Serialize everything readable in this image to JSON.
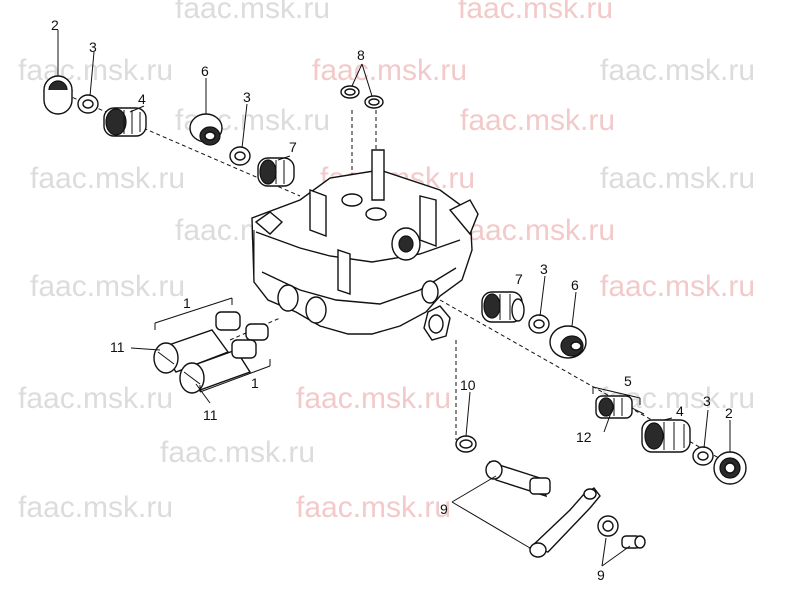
{
  "watermark_text": "faac.msk.ru",
  "watermarks": [
    {
      "id": "wm-1",
      "text": "faac.msk.ru",
      "tone": "grey"
    },
    {
      "id": "wm-2",
      "text": "faac.msk.ru",
      "tone": "pink"
    },
    {
      "id": "wm-3",
      "text": "faac.msk.ru",
      "tone": "grey"
    },
    {
      "id": "wm-4",
      "text": "faac.msk.ru",
      "tone": "pink"
    },
    {
      "id": "wm-5",
      "text": "faac.msk.ru",
      "tone": "grey"
    },
    {
      "id": "wm-6",
      "text": "faac.msk.ru",
      "tone": "pink"
    },
    {
      "id": "wm-7",
      "text": "faac.msk.ru",
      "tone": "grey"
    },
    {
      "id": "wm-8",
      "text": "faac.msk.ru",
      "tone": "grey"
    },
    {
      "id": "wm-9",
      "text": "faac.msk.ru",
      "tone": "pink"
    },
    {
      "id": "wm-10",
      "text": "faac.msk.ru",
      "tone": "grey"
    },
    {
      "id": "wm-11",
      "text": "faac.msk.ru",
      "tone": "grey"
    },
    {
      "id": "wm-12",
      "text": "faac.msk.ru",
      "tone": "pink"
    },
    {
      "id": "wm-13",
      "text": "faac.msk.ru",
      "tone": "grey"
    },
    {
      "id": "wm-14",
      "text": "faac.msk.ru",
      "tone": "pink"
    },
    {
      "id": "wm-15",
      "text": "faac.msk.ru",
      "tone": "grey"
    },
    {
      "id": "wm-16",
      "text": "faac.msk.ru",
      "tone": "grey"
    },
    {
      "id": "wm-17",
      "text": "faac.msk.ru",
      "tone": "pink"
    },
    {
      "id": "wm-18",
      "text": "faac.msk.ru",
      "tone": "grey"
    },
    {
      "id": "wm-19",
      "text": "faac.msk.ru",
      "tone": "pink"
    },
    {
      "id": "wm-20",
      "text": "faac.msk.ru",
      "tone": "grey"
    }
  ],
  "callouts": [
    {
      "id": "c-2a",
      "label": "2"
    },
    {
      "id": "c-3a",
      "label": "3"
    },
    {
      "id": "c-4a",
      "label": "4"
    },
    {
      "id": "c-6a",
      "label": "6"
    },
    {
      "id": "c-3b",
      "label": "3"
    },
    {
      "id": "c-7a",
      "label": "7"
    },
    {
      "id": "c-8",
      "label": "8"
    },
    {
      "id": "c-1a",
      "label": "1"
    },
    {
      "id": "c-11a",
      "label": "11"
    },
    {
      "id": "c-11b",
      "label": "11"
    },
    {
      "id": "c-1b",
      "label": "1"
    },
    {
      "id": "c-7b",
      "label": "7"
    },
    {
      "id": "c-3c",
      "label": "3"
    },
    {
      "id": "c-6b",
      "label": "6"
    },
    {
      "id": "c-5",
      "label": "5"
    },
    {
      "id": "c-4b",
      "label": "4"
    },
    {
      "id": "c-3d",
      "label": "3"
    },
    {
      "id": "c-2b",
      "label": "2"
    },
    {
      "id": "c-12",
      "label": "12"
    },
    {
      "id": "c-10",
      "label": "10"
    },
    {
      "id": "c-9a",
      "label": "9"
    },
    {
      "id": "c-9b",
      "label": "9"
    }
  ]
}
